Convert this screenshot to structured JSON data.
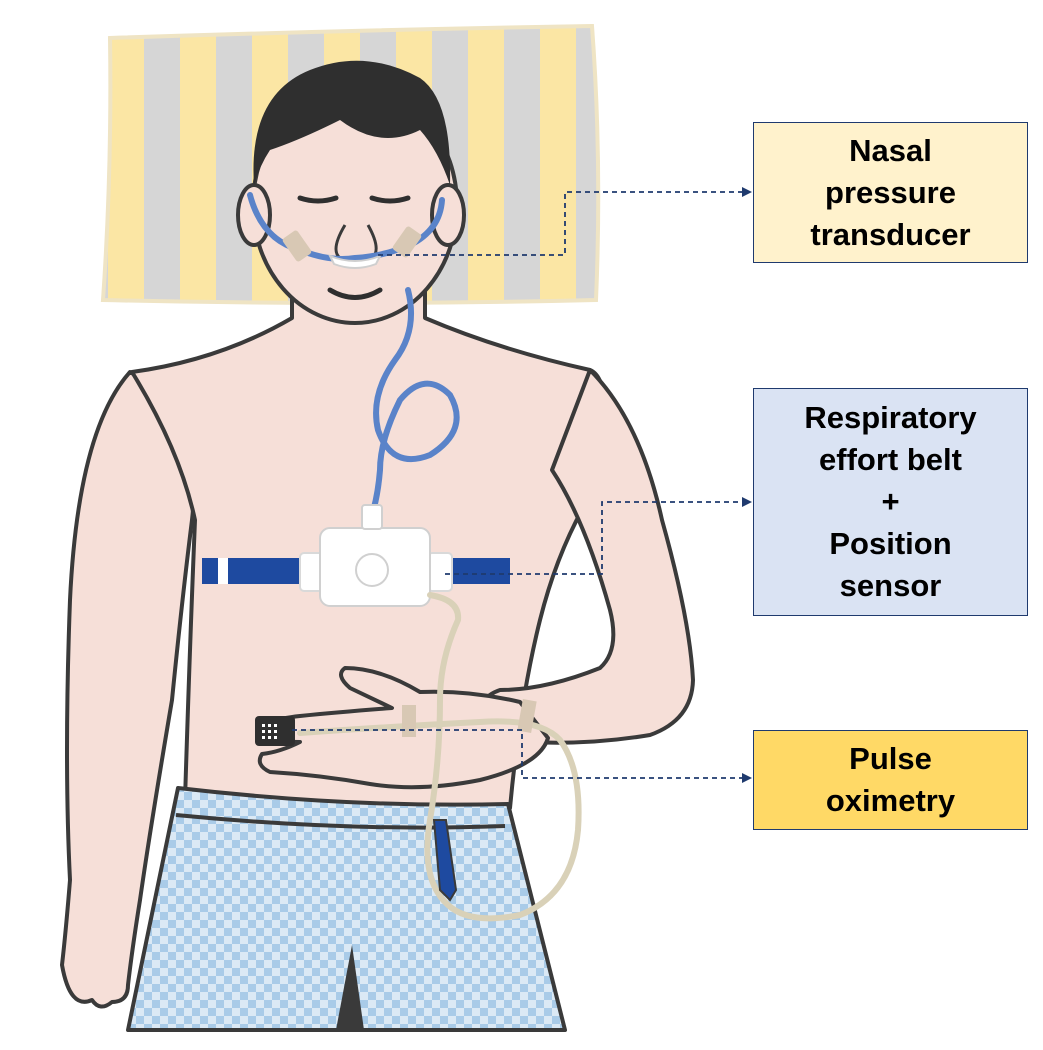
{
  "colors": {
    "skin": "#f6dfd8",
    "outline": "#3a3a3a",
    "hair": "#2f2f2f",
    "tube_blue": "#5a83c9",
    "belt_blue": "#1e4aa0",
    "tube_beige": "#d9d1b8",
    "pillow_yellow": "#fbe6a4",
    "pillow_gray": "#d6d6d6",
    "shorts_check": "#a9cbe8",
    "connector_line": "#1f3a6e",
    "box_nasal_fill": "#fff2cc",
    "box_resp_fill": "#dae3f3",
    "box_pulse_fill": "#ffd966"
  },
  "labels": {
    "nasal": {
      "line1": "Nasal",
      "line2": "pressure",
      "line3": "transducer"
    },
    "respiratory": {
      "line1": "Respiratory",
      "line2": "effort belt",
      "line3": "+",
      "line4": "Position",
      "line5": "sensor"
    },
    "pulse": {
      "line1": "Pulse",
      "line2": "oximetry"
    }
  }
}
